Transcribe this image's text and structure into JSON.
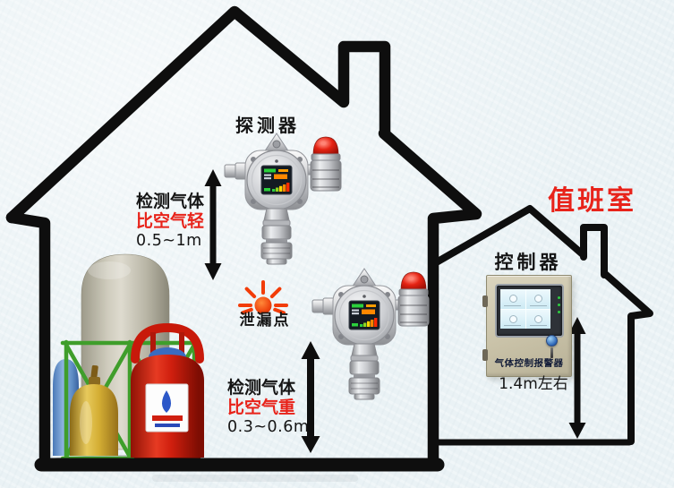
{
  "palette": {
    "background": "#eaf2f5",
    "outline_black": "#0e0e0e",
    "label_black": "#151515",
    "label_red": "#e8231a",
    "leak_orange": "#f23c08",
    "beacon_red": "#d41414",
    "controller_beige": "#cdc5ab",
    "controller_screen_blue": "#cdeaf4",
    "tank_grey": "#cfccbd",
    "cylinder_red": "#d01f0e",
    "cylinder_yellow": "#d4ae34",
    "cylinder_blue": "#5e8cc4",
    "frame_green": "#3f9e2b"
  },
  "big_house": {
    "detector_label": "探测器",
    "light_gas_note": {
      "line1": "检测气体",
      "line2": "比空气轻",
      "line3": "0.5~1m"
    },
    "leak_point_label": "泄漏点",
    "heavy_gas_note": {
      "line1": "检测气体",
      "line2": "比空气重",
      "line3": "0.3~0.6m"
    }
  },
  "small_house": {
    "room_label": "值班室",
    "controller_label": "控制器",
    "controller_device_label": "气体控制报警器",
    "install_height_label": "1.4m左右"
  }
}
